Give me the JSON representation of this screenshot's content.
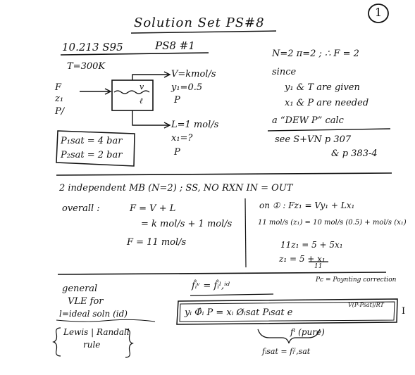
{
  "page_number": "1",
  "title": "Solution Set PS#8",
  "header": {
    "course": "10.213 S95",
    "problem": "PS8 #1"
  },
  "left_top": {
    "temperature": "T=300K",
    "feed_f": "F",
    "feed_z": "z₁",
    "feed_p": "P/",
    "vapor_out": "V=kmol/s",
    "vapor_y": "y₁=0.5",
    "vapor_p": "P",
    "liquid_out": "L=1 mol/s",
    "liquid_x": "x₁=?",
    "liquid_p": "P",
    "tank_v": "v",
    "tank_l": "ℓ",
    "psat1": "P₁sat = 4 bar",
    "psat2": "P₂sat = 2 bar"
  },
  "right_top": {
    "line1": "N=2  π=2 ;  ∴ F = 2",
    "line2": "since",
    "line3": "y₁ & T are given",
    "line4": "x₁ & P are needed",
    "line5": "a “DEW P” calc",
    "line6": "see S+VN p 307",
    "line7": "& p 383-4"
  },
  "middle": {
    "heading": "2 independent MB  (N=2) ;  SS, NO RXN   IN = OUT",
    "overall_label": "overall :",
    "eq1": "F = V + L",
    "eq2_lhs": "= k mol/s + 1 mol/s",
    "eq3": "F = 11 mol/s",
    "on1": "on ① :  Fz₁ = Vy₁ + Lx₁",
    "on2": "11 mol/s (z₁) = 10 mol/s (0.5) + mol/s (x₁)",
    "on3": "11z₁ =  5 + 5x₁",
    "on4": "z₁ =  5 + x₁",
    "on4_den": "11"
  },
  "bottom": {
    "left1": "general",
    "left2": "VLE for",
    "left3": "l=ideal soln (id)",
    "left4": "Lewis | Randall",
    "left5": "rule",
    "eq_top": "f̂ᵢᵛ = f̂ᵢˡ,ⁱᵈ",
    "pc_note": "Pc = Poynting correction",
    "box_eq": "yᵢ Φ̂ᵢ P =  xᵢ Øᵢsat Pᵢsat e",
    "exp": "V(P-Psat)/RT",
    "roman": "I",
    "below_box": "fˡ    (pure)",
    "fsat": "fᵢsat = fᵢˡ,sat"
  }
}
